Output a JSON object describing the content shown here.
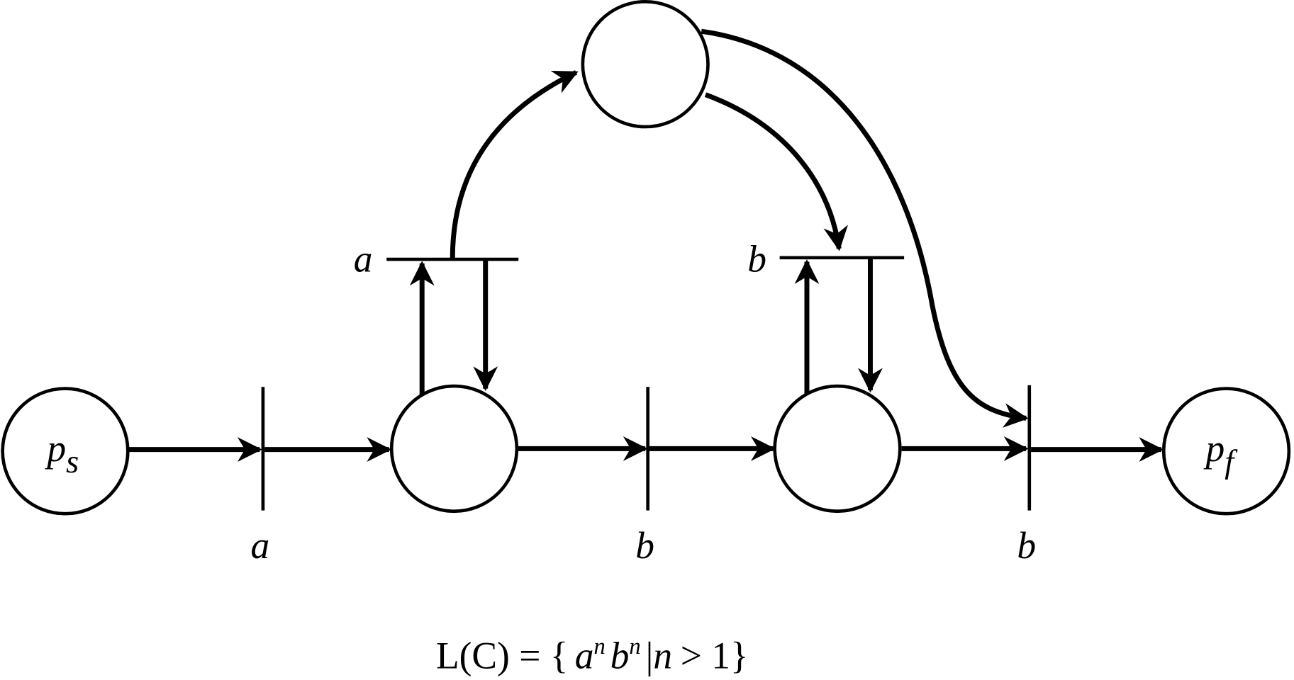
{
  "places": {
    "start": {
      "label": "p",
      "sub": "s"
    },
    "final": {
      "label": "p",
      "sub": "f"
    }
  },
  "transitions": {
    "t1": "a",
    "t2": "b",
    "t3": "b",
    "loop_a": "a",
    "loop_b": "b"
  },
  "formula": {
    "prefix": "L(C) = {",
    "a": "a",
    "n1": "n",
    "b": "b",
    "n2": "n",
    "bar": "|",
    "n3": "n",
    "rest": "> 1}"
  },
  "colors": {
    "ink": "#000000",
    "background": "#ffffff"
  }
}
